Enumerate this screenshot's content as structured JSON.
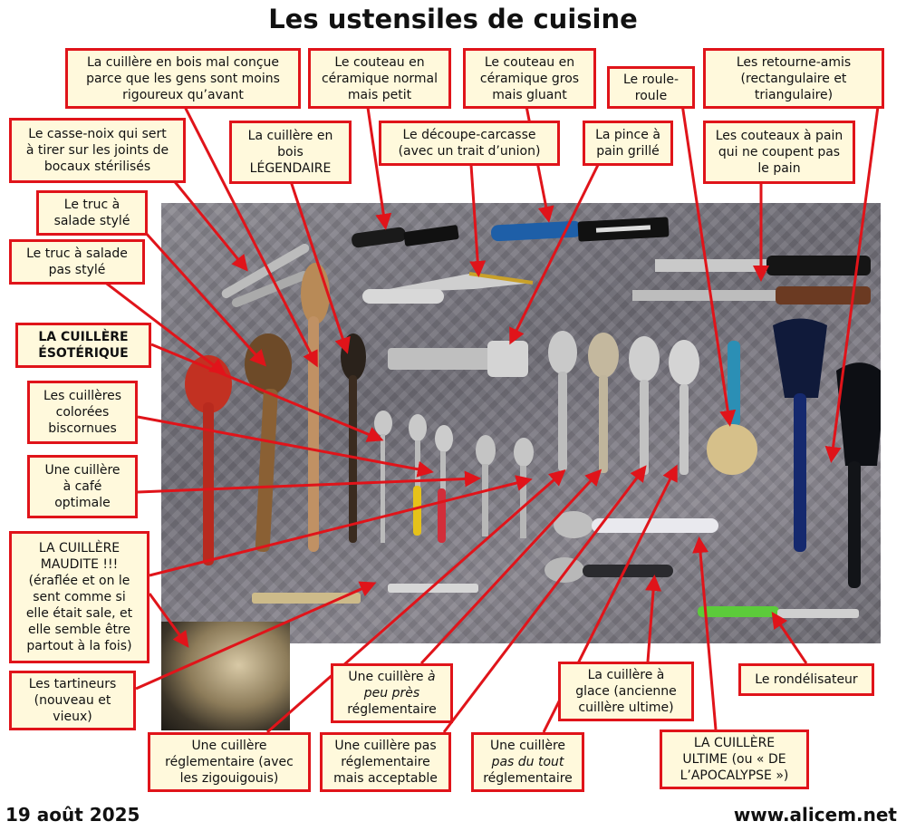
{
  "title": "Les ustensiles de cuisine",
  "footer": {
    "date": "19 août 2025",
    "site": "www.alicem.net"
  },
  "labels": {
    "cuillere_bois_mal_concue": "La cuillère en bois mal conçue\nparce que les gens sont moins\nrigoureux qu’avant",
    "couteau_ceramique_normal": "Le couteau en\ncéramique normal\nmais petit",
    "couteau_ceramique_gros": "Le couteau en\ncéramique gros\nmais gluant",
    "roule_roule": "Le roule-\nroule",
    "retourne_amis": "Les retourne-amis\n(rectangulaire et\ntriangulaire)",
    "casse_noix": "Le casse-noix qui sert\nà tirer sur les joints de\nbocaux stérilisés",
    "cuillere_legendaire": "La cuillère en\nbois\nLÉGENDAIRE",
    "decoupe_carcasse": "Le découpe-carcasse\n(avec un trait d’union)",
    "pince_pain": "La pince à\npain grillé",
    "couteaux_pain": "Les couteaux à pain\nqui ne coupent pas\nle pain",
    "truc_salade_style": "Le truc à\nsalade stylé",
    "truc_salade_pas_style": "Le truc à salade\npas stylé",
    "cuillere_esoterique": "LA CUILLÈRE\nÉSOTÉRIQUE",
    "cuilleres_colorees": "Les cuillères\ncolorées\nbiscornues",
    "cuillere_cafe": "Une cuillère\nà café\noptimale",
    "cuillere_maudite": "LA CUILLÈRE\nMAUDITE !!!\n(éraflée et on le\nsent comme si\nelle était sale, et\nelle semble être\npartout à la fois)",
    "tartineurs": "Les tartineurs\n(nouveau et\nvieux)",
    "cuillere_reglementaire_zigouigouis": "Une cuillère\nréglementaire (avec\nles zigouigouis)",
    "cuillere_a_peu_pres_1": "Une cuillère ",
    "cuillere_a_peu_pres_em": "à\npeu près",
    "cuillere_a_peu_pres_2": "\nréglementaire",
    "cuillere_pas_reglementaire": "Une cuillère pas\nréglementaire\nmais acceptable",
    "cuillere_pas_du_tout_1": "Une cuillère\n",
    "cuillere_pas_du_tout_em": "pas du tout",
    "cuillere_pas_du_tout_2": "\nréglementaire",
    "cuillere_glace": "La cuillère à\nglace (ancienne\ncuillère ultime)",
    "cuillere_ultime": "LA CUILLÈRE\nULTIME (ou « DE\nL’APOCALYPSE »)",
    "rondelisateur": "Le rondélisateur"
  },
  "colors": {
    "label_border": "#e0141a",
    "label_bg": "#fff9dc",
    "arrow": "#e0141a"
  }
}
